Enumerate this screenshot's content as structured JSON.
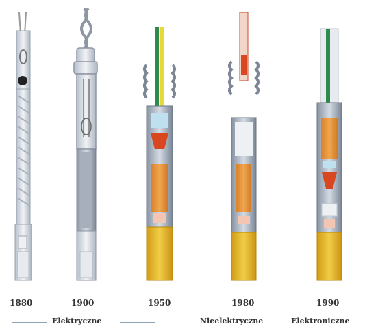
{
  "detonators": [
    {
      "year": "1880"
    },
    {
      "year": "1900"
    },
    {
      "year": "1950"
    },
    {
      "year": "1980"
    },
    {
      "year": "1990"
    }
  ],
  "categories": {
    "electric": "Elektryczne",
    "non_electric": "Nieelektryczne",
    "electronic": "Elektroniczne"
  },
  "colors": {
    "casing": "#9aa6b5",
    "casing_dark": "#6d7786",
    "charge_yellow": "#e8b82c",
    "charge_orange": "#e39035",
    "fuse_red": "#d8471f",
    "wire_green": "#2b8a4c",
    "wire_yellow": "#e9d83a",
    "tube_red": "#c84a2e",
    "rule": "#8fa3b6"
  }
}
